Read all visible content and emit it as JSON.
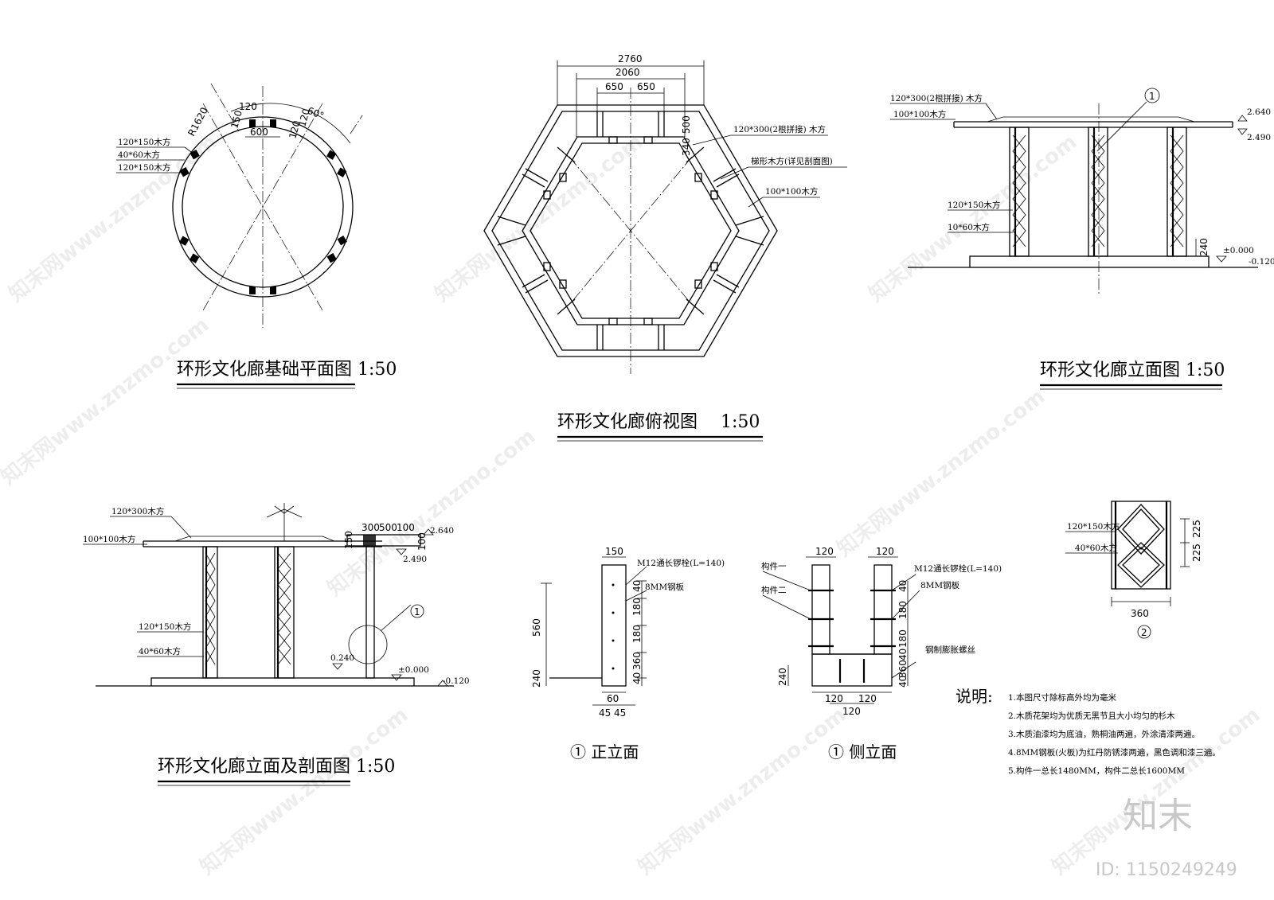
{
  "titles": {
    "foundation_plan": "环形文化廊基础平面图 1:50",
    "top_view": "环形文化廊俯视图　 1:50",
    "elevation": "环形文化廊立面图 1:50",
    "elevation_section": "环形文化廊立面及剖面图 1:50",
    "front_elevation": "① 正立面",
    "side_elevation": "① 侧立面"
  },
  "foundation_plan": {
    "labels": [
      "120*150木方",
      "40*60木方",
      "120*150木方"
    ],
    "dims": {
      "r": "R1620",
      "d120": "120",
      "d150": "150",
      "d600": "600",
      "d120b": "120",
      "d120c": "120",
      "angle": "60°"
    }
  },
  "top_view": {
    "dims": {
      "outer": "2760",
      "mid": "2060",
      "left": "650",
      "right": "650",
      "d340": "340",
      "d500": "500"
    },
    "labels": [
      "120*300(2根拼接) 木方",
      "梯形木方(详见剖面图)",
      "100*100木方"
    ]
  },
  "elevation": {
    "labels": [
      "120*300(2根拼接) 木方",
      "100*100木方",
      "120*150木方",
      "10*60木方"
    ],
    "levels": [
      "2.640",
      "2.490",
      "±0.000",
      "-0.120"
    ],
    "dim240": "240",
    "callout": "1"
  },
  "elevation_section": {
    "labels": [
      "120*300木方",
      "100*100木方",
      "120*150木方",
      "40*60木方"
    ],
    "dims": [
      "300",
      "500",
      "100",
      "150",
      "100"
    ],
    "levels": [
      "2.640",
      "2.490",
      "0.240",
      "±0.000",
      "-0.120"
    ],
    "callout": "1"
  },
  "front_elevation": {
    "dims": {
      "top": "150",
      "h560": "560",
      "h240": "240",
      "d40a": "40",
      "d180a": "180",
      "d180b": "180",
      "d360": "360",
      "d40b": "40",
      "d60": "60",
      "d45a": "45",
      "d45b": "45"
    },
    "notes": [
      "M12通长锣栓(L=140)",
      "8MM钢板"
    ]
  },
  "side_elevation": {
    "dims": {
      "t1": "120",
      "t2": "120",
      "h240": "240",
      "d40": "40",
      "d180a": "180",
      "d180b": "180",
      "d40b": "40",
      "d360": "360",
      "d40c": "40",
      "b1": "120",
      "b2": "120",
      "b3": "120"
    },
    "notes": [
      "构件一",
      "构件二",
      "M12通长锣栓(L=140)",
      "8MM钢板",
      "钢制膨胀螺丝"
    ]
  },
  "detail2": {
    "labels": [
      "120*150木方",
      "40*60木方"
    ],
    "dims": {
      "d225a": "225",
      "d225b": "225",
      "w360": "360"
    },
    "callout": "2"
  },
  "notes": {
    "heading": "说明:",
    "items": [
      "1.本图尺寸除标高外均为毫米",
      "2.木质花架均为优质无黑节且大小均匀的杉木",
      "3.木质油漆均为底油，熟桐油两遍，外涂清漆两遍。",
      "4.8MM钢板(火板)为红丹防锈漆两遍，黑色调和漆三遍。",
      "5.构件一总长1480MM，构件二总长1600MM"
    ]
  },
  "watermark": {
    "site": "知末网www.znzmo.com",
    "logo": "知末",
    "id": "ID: 1150249249"
  }
}
